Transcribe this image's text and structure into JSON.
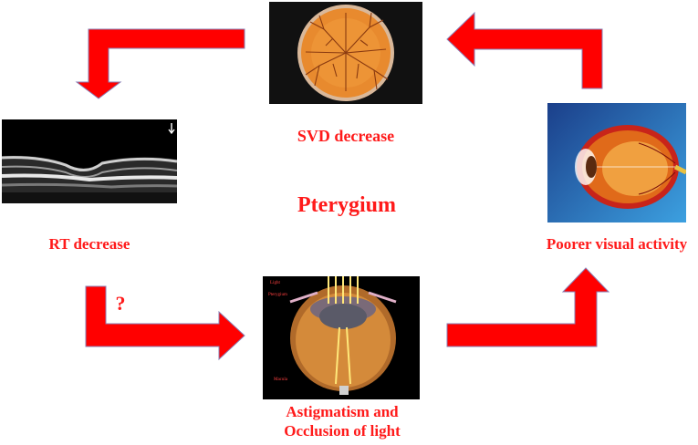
{
  "center_title": "Pterygium",
  "nodes": {
    "svd": {
      "label": "SVD decrease",
      "image_icon": "retinal-vessel-density-image"
    },
    "rt": {
      "label": "RT decrease",
      "image_icon": "oct-retina-scan-image"
    },
    "vision": {
      "label": "Poorer visual activity",
      "image_icon": "eye-anatomy-image"
    },
    "astig": {
      "label_line1": "Astigmatism and",
      "label_line2": "Occlusion of light",
      "image_icon": "eye-cross-section-image",
      "image_labels": {
        "top": "Light",
        "middle": "Pterygium",
        "bottom": "Macula"
      }
    }
  },
  "uncertain_link_mark": "?",
  "colors": {
    "arrow": "#ff0000",
    "arrow_edge": "#8a7fb5",
    "label": "#ff1a1a"
  }
}
